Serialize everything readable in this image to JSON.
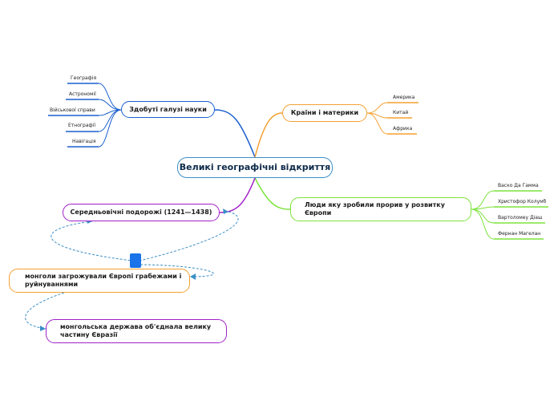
{
  "central": "Великі географічні відкриття",
  "branches": {
    "zdobuti": {
      "title": "Здобуті галузі науки",
      "color": "#1a5fcf",
      "leaves": [
        "Географія",
        "Астрономії",
        "Військової справи",
        "Етнографії",
        "Навігація"
      ]
    },
    "krainy": {
      "title": "Країни і материки",
      "color": "#f5a030",
      "leaves": [
        "Америка",
        "Китай",
        "Африка"
      ]
    },
    "lyudy": {
      "title": "Люди яку зробили прорив у розвитку Європи",
      "color": "#7ce33c",
      "leaves": [
        "Васко Да Гамма",
        "Христофор Колумб",
        "Вартоломеу Діаш",
        "Фернан Магелан"
      ]
    },
    "seredn": {
      "title": "Середньовічні подорожі (1241—1438)",
      "color": "#a020c8"
    }
  },
  "floating": {
    "mongoly": {
      "title": "монголи загрожували Європі грабежами і руйнуваннями",
      "color": "#f5a030"
    },
    "derzh": {
      "title": "монгольська держава об'єднала велику частину Євразії",
      "color": "#a020c8"
    }
  },
  "relationship_color": "#3b8fc7",
  "attachment_color": "#1a73e8",
  "icons": {
    "attachment": "attachment-icon"
  }
}
